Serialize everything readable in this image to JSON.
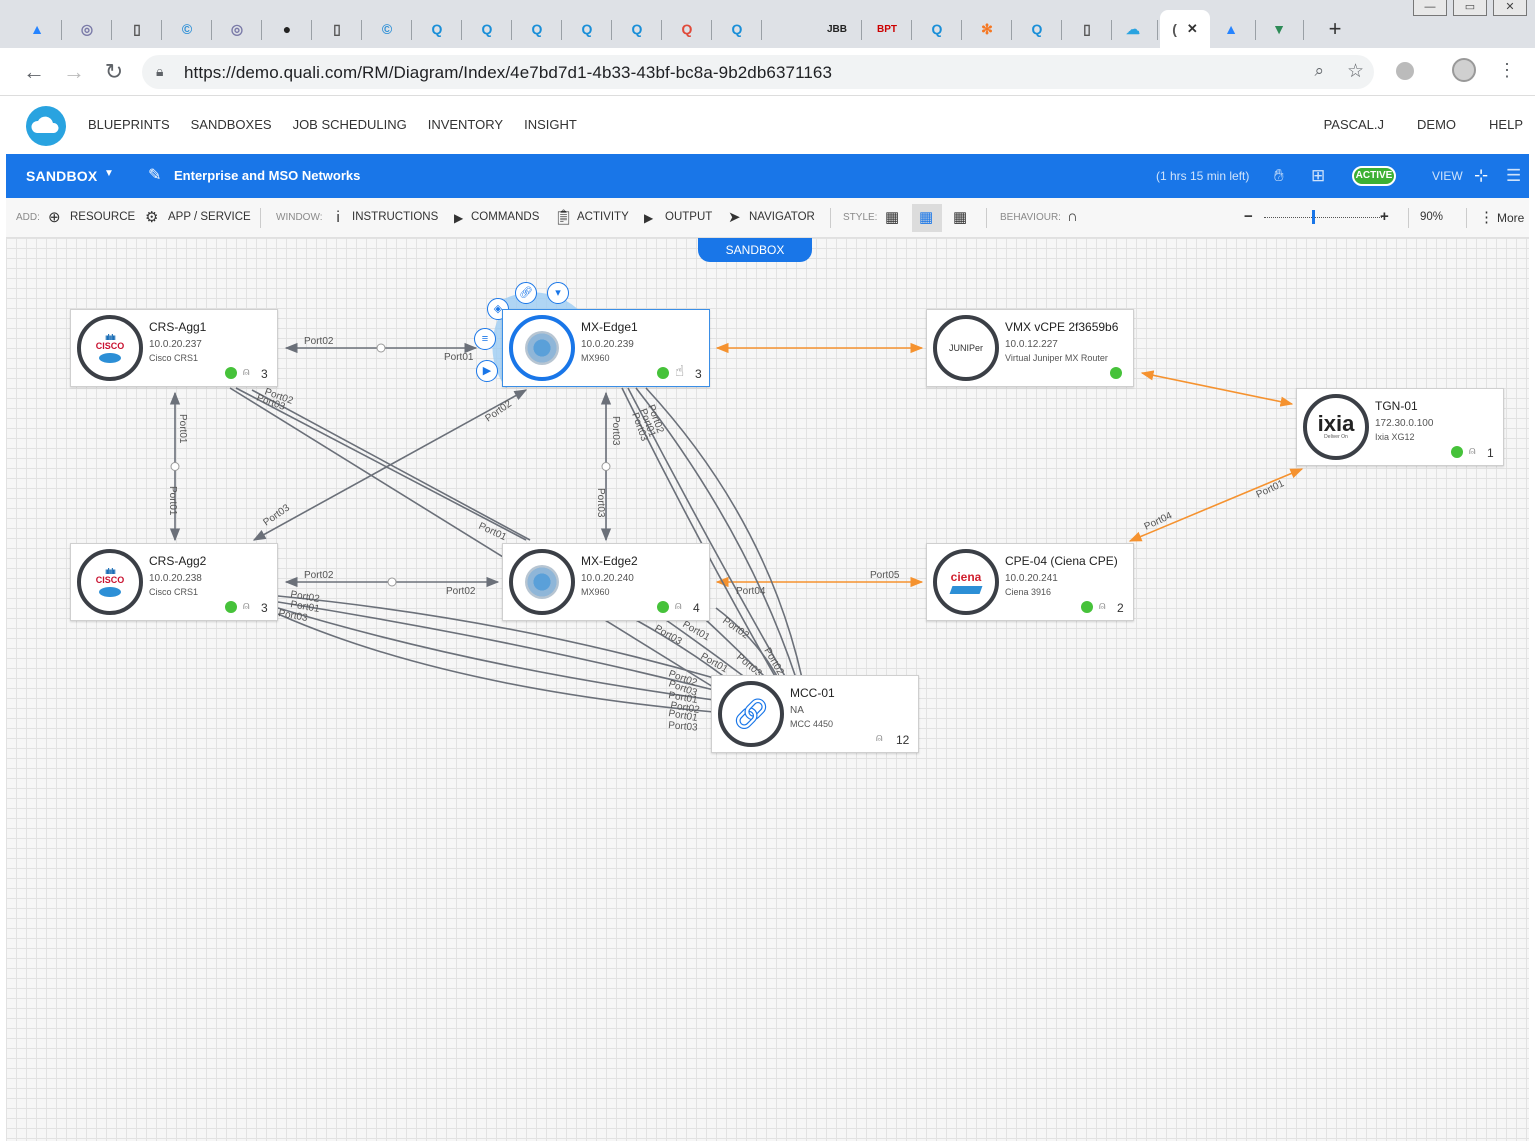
{
  "browser": {
    "tabs": [
      {
        "icon": "atlassian-icon",
        "glyph": "▲",
        "color": "#2684ff"
      },
      {
        "icon": "check-shield-icon",
        "glyph": "◎",
        "color": "#7a7aa8"
      },
      {
        "icon": "document-icon",
        "glyph": "▯",
        "color": "#555"
      },
      {
        "icon": "refresh-c-icon",
        "glyph": "©",
        "color": "#2d8fd6"
      },
      {
        "icon": "check-shield-icon",
        "glyph": "◎",
        "color": "#7a7aa8"
      },
      {
        "icon": "github-icon",
        "glyph": "●",
        "color": "#222"
      },
      {
        "icon": "document-icon",
        "glyph": "▯",
        "color": "#555"
      },
      {
        "icon": "refresh-c-icon",
        "glyph": "©",
        "color": "#2d8fd6"
      },
      {
        "icon": "quali-q-icon",
        "glyph": "Q",
        "color": "#1a8fd8"
      },
      {
        "icon": "quali-q-icon",
        "glyph": "Q",
        "color": "#1a8fd8"
      },
      {
        "icon": "quali-q-icon",
        "glyph": "Q",
        "color": "#1a8fd8"
      },
      {
        "icon": "quali-q-icon",
        "glyph": "Q",
        "color": "#1a8fd8"
      },
      {
        "icon": "quali-q-icon",
        "glyph": "Q",
        "color": "#1a8fd8"
      },
      {
        "icon": "quali-q-red-icon",
        "glyph": "Q",
        "color": "#e04a3a"
      },
      {
        "icon": "quali-q-icon",
        "glyph": "Q",
        "color": "#1a8fd8"
      },
      {
        "icon": "jbb-icon",
        "glyph": "JBB",
        "color": "#222"
      },
      {
        "icon": "bpt-icon",
        "glyph": "BPT",
        "color": "#c00"
      },
      {
        "icon": "quali-q-icon",
        "glyph": "Q",
        "color": "#1a8fd8"
      },
      {
        "icon": "hubspot-icon",
        "glyph": "✻",
        "color": "#f57722"
      },
      {
        "icon": "quali-q-icon",
        "glyph": "Q",
        "color": "#1a8fd8"
      },
      {
        "icon": "document-icon",
        "glyph": "▯",
        "color": "#555"
      },
      {
        "icon": "cloud-icon",
        "glyph": "☁",
        "color": "#29a3e0"
      },
      {
        "icon": "loading-icon",
        "glyph": "(",
        "color": "#555",
        "active": true
      },
      {
        "icon": "atlassian-icon",
        "glyph": "▲",
        "color": "#2684ff"
      },
      {
        "icon": "shield-icon",
        "glyph": "▼",
        "color": "#2e8b57"
      }
    ],
    "close_glyph": "✕",
    "newtab_glyph": "+",
    "url": "https://demo.quali.com/RM/Diagram/Index/4e7bd7d1-4b33-43bf-bc8a-9b2db6371163"
  },
  "nav": {
    "items": [
      "BLUEPRINTS",
      "SANDBOXES",
      "JOB SCHEDULING",
      "INVENTORY",
      "INSIGHT"
    ],
    "user": [
      "PASCAL.J",
      "DEMO",
      "HELP"
    ]
  },
  "sandboxbar": {
    "label": "SANDBOX",
    "name": "Enterprise and MSO Networks",
    "time_left": "(1 hrs 15 min left)",
    "status": "ACTIVE",
    "view": "VIEW"
  },
  "toolbar": {
    "add_label": "ADD:",
    "resource": "RESOURCE",
    "app_service": "APP / SERVICE",
    "window_label": "WINDOW:",
    "instructions": "INSTRUCTIONS",
    "commands": "COMMANDS",
    "activity": "ACTIVITY",
    "output": "OUTPUT",
    "navigator": "NAVIGATOR",
    "style_label": "STYLE:",
    "behaviour_label": "BEHAVIOUR:",
    "zoom": "90%",
    "zoom_level": 0.43,
    "more": "More"
  },
  "canvas": {
    "tab": "SANDBOX",
    "colors": {
      "link": "#6b7079",
      "orange": "#f5922f"
    }
  },
  "nodes": {
    "crs_agg1": {
      "name": "CRS-Agg1",
      "ip": "10.0.20.237",
      "model": "Cisco CRS1",
      "count": "3"
    },
    "mx_edge1": {
      "name": "MX-Edge1",
      "ip": "10.0.20.239",
      "model": "MX960",
      "count": "3"
    },
    "vmx": {
      "name": "VMX vCPE 2f3659b6",
      "ip": "10.0.12.227",
      "model": "Virtual Juniper MX Router"
    },
    "tgn": {
      "name": "TGN-01",
      "ip": "172.30.0.100",
      "model": "Ixia XG12",
      "count": "1"
    },
    "crs_agg2": {
      "name": "CRS-Agg2",
      "ip": "10.0.20.238",
      "model": "Cisco CRS1",
      "count": "3"
    },
    "mx_edge2": {
      "name": "MX-Edge2",
      "ip": "10.0.20.240",
      "model": "MX960",
      "count": "4"
    },
    "cpe": {
      "name": "CPE-04 (Ciena CPE)",
      "ip": "10.0.20.241",
      "model": "Ciena 3916",
      "count": "2"
    },
    "mcc": {
      "name": "MCC-01",
      "ip": "NA",
      "model": "MCC 4450",
      "count": "12"
    }
  },
  "logos": {
    "cisco": "CISCO",
    "juniper": "JUNIPer",
    "ixia": "ixia",
    "ixia_tag": "Deliver On",
    "ciena": "ciena"
  },
  "port_labels": {
    "agg1_edge1_a": "Port02",
    "agg1_edge1_b": "Port01",
    "agg1_agg2_a": "Port01",
    "agg1_agg2_b": "Port01",
    "edge1_agg2": "Port02",
    "agg2_edge1": "Port03",
    "edge1_edge2_a": "Port03",
    "edge1_edge2_b": "Port03",
    "agg2_edge2_a": "Port02",
    "agg2_edge2_b": "Port02",
    "edge2_cpe_a": "Port04",
    "edge2_cpe_b": "Port05",
    "cpe_tgn_a": "Port04",
    "cpe_tgn_b": "Port01",
    "agg1_x1": "Port02",
    "agg1_x2": "Port03",
    "edge2_x1": "Port01",
    "edge1_mcc1": "Port02",
    "edge1_mcc2": "Port01",
    "edge1_mcc3": "Port03",
    "agg2_mcc1": "Port02",
    "agg2_mcc2": "Port01",
    "agg2_mcc3": "Port03",
    "edge2_mcc1": "Port03",
    "edge2_mcc2": "Port01",
    "edge2_mcc3": "Port02",
    "mcc_1": "Port02",
    "mcc_2": "Port03",
    "mcc_3": "Port01",
    "mcc_4": "Port02",
    "mcc_5": "Port01",
    "mcc_6": "Port03",
    "mcc_7": "Port01",
    "mcc_8": "Port03",
    "mcc_9": "Port02"
  }
}
